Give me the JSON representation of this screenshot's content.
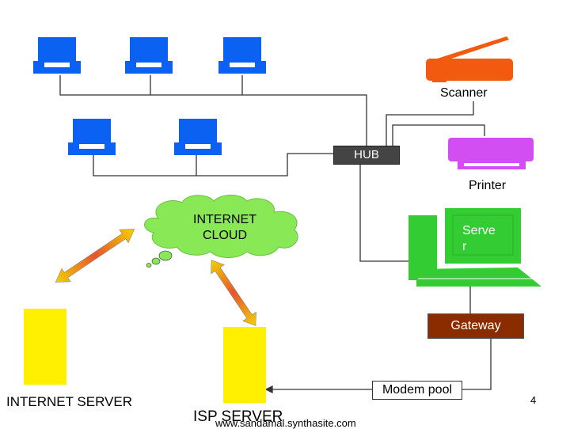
{
  "labels": {
    "scanner": "Scanner",
    "hub": "HUB",
    "printer": "Printer",
    "cloud_line1": "INTERNET",
    "cloud_line2": "CLOUD",
    "server_line1": "Serve",
    "server_line2": "r",
    "gateway": "Gateway",
    "modem_pool": "Modem pool",
    "internet_server": "INTERNET SERVER",
    "isp_server": "ISP SERVER",
    "footer_url": "www.sandamal.synthasite.com",
    "page_number": "4"
  },
  "colors": {
    "computer": "#0b62f2",
    "scanner": "#f15a0f",
    "printer": "#d24df2",
    "server_pc": "#33cc33",
    "cloud": "#88e855",
    "server_tower": "#ffef00",
    "gateway": "#8b2c00",
    "hub": "#444444",
    "arrow_fill": "#f2d200",
    "arrow_center": "#e8532c",
    "lines": "#333333"
  },
  "icons": {
    "computer": "desktop-computer-icon",
    "scanner": "scanner-icon",
    "printer": "printer-icon",
    "server": "server-computer-icon",
    "cloud": "cloud-icon",
    "tower": "server-tower-icon"
  }
}
